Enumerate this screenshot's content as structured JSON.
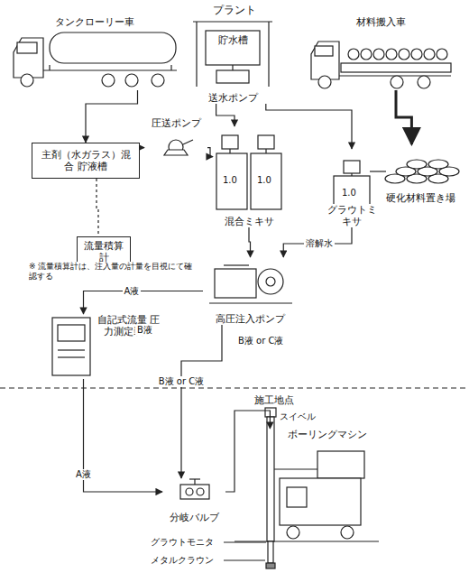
{
  "diagram": {
    "title": "プラント",
    "nodes": [
      {
        "text": [
          "タンクローリー車"
        ]
      },
      {
        "text": [
          "貯水槽",
          "送水ポンプ"
        ]
      },
      {
        "text": [
          "材料搬入車"
        ]
      },
      {
        "text": [
          "主剤（水ガラス）混合 貯液槽"
        ]
      },
      {
        "text": [
          "圧送ポンプ"
        ]
      },
      {
        "text": [
          "混合ミキサ"
        ]
      },
      {
        "text": [
          "グラウトミキサ"
        ]
      },
      {
        "text": [
          "硬化材料置き場"
        ]
      },
      {
        "text": [
          "流量積算計"
        ]
      },
      {
        "text": [
          "高圧注入ポンプ"
        ]
      },
      {
        "text": [
          "自記式流量 圧力測定装置"
        ]
      },
      {
        "text": [
          "ボーリングマシン"
        ]
      },
      {
        "text": [
          "分岐バルブ"
        ]
      }
    ],
    "edges": [
      {
        "from": 0,
        "to": 3,
        "arrow": "to"
      },
      {
        "from": 3,
        "to": 4,
        "arrow": "to"
      },
      {
        "from": 4,
        "to": 5,
        "arrow": "to"
      },
      {
        "from": 1,
        "to": 5,
        "arrow": "to"
      },
      {
        "from": 1,
        "to": 6,
        "arrow": "to"
      },
      {
        "from": 2,
        "to": 7,
        "arrow": "to"
      },
      {
        "from": 5,
        "to": 9,
        "arrow": "to"
      },
      {
        "from": 6,
        "to": 9,
        "label": "溶解水",
        "arrow": "to"
      },
      {
        "from": 3,
        "to": 8,
        "arrow": "none"
      },
      {
        "from": 9,
        "to": 10,
        "label": "A液",
        "arrow": "to"
      },
      {
        "from": 10,
        "to": 12,
        "label": "A液",
        "arrow": "to"
      },
      {
        "from": 9,
        "to": 12,
        "label": "B液 or C液",
        "arrow": "to"
      },
      {
        "from": 12,
        "to": 11,
        "arrow": "to"
      }
    ],
    "labels": [
      "1.0",
      "1.0",
      "1.0",
      "※ 流量積算計は、注入量の計量を目視にて確認する",
      "施工地点",
      "スイベル",
      "グラウトモニタ",
      "メタルクラウン",
      "B液",
      "B液 or C液"
    ]
  }
}
